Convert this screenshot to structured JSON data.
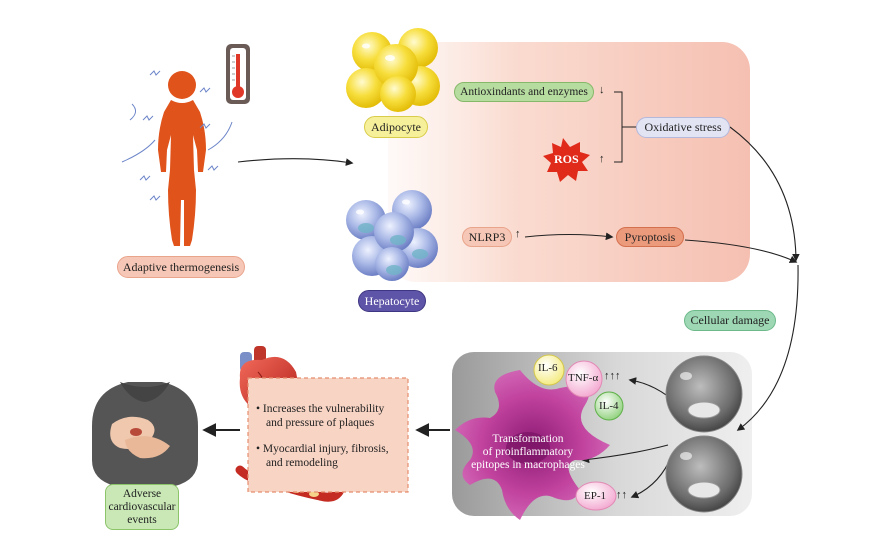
{
  "subject": {
    "label": "Adaptive thermogenesis"
  },
  "cells": {
    "adipocyte": "Adipocyte",
    "hepatocyte": "Hepatocyte"
  },
  "pathway": {
    "antioxidants": "Antioxindants and enzymes",
    "ros": "ROS",
    "oxidative_stress": "Oxidative stress",
    "nlrp3": "NLRP3",
    "pyroptosis": "Pyroptosis",
    "cellular_damage": "Cellular damage"
  },
  "macrophage": {
    "text": "Transformation of proinflammatory epitopes in macrophages",
    "line1": "Transformation",
    "line2": "of proinflammatory",
    "line3": "epitopes in macrophages",
    "cytokines": {
      "il6": "IL-6",
      "tnf": "TNF-α",
      "il4": "IL-4",
      "ep1": "EP-1"
    }
  },
  "effects": {
    "item1_line1": "• Increases the vulnerability",
    "item1_line2": "and pressure of plaques",
    "item2_line1": "• Myocardial injury, fibrosis,",
    "item2_line2": "and remodeling"
  },
  "outcome": {
    "line1": "Adverse",
    "line2": "cardiovascular",
    "line3": "events"
  },
  "colors": {
    "pink_panel": "#f7c9bd",
    "gray_panel": "#d9d9d9",
    "adipocyte_yellow": "#f5d21c",
    "hepatocyte_blue": "#8ea3d8",
    "body_orange": "#e0541c",
    "macrophage_purple": "#b9379b",
    "ros_red": "#e02a1a"
  }
}
